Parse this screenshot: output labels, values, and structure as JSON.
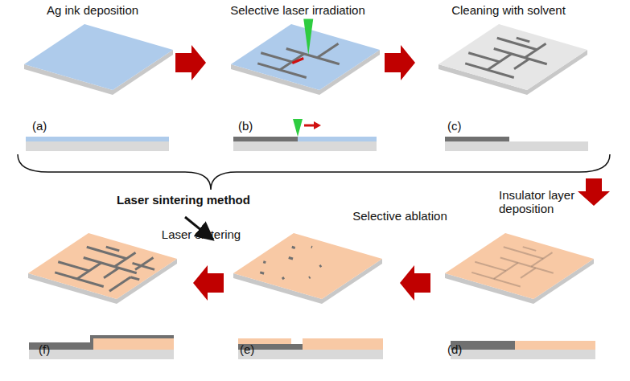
{
  "diagram": {
    "labels": [
      "Ag ink deposition",
      "Selective laser irradiation",
      "Cleaning with solvent",
      "(a)",
      "(b)",
      "(c)",
      "Laser sintering method",
      "Insulator layer deposition",
      "Laser sintering",
      "Selective ablation",
      "(f)",
      "(e)",
      "(d)"
    ]
  }
}
